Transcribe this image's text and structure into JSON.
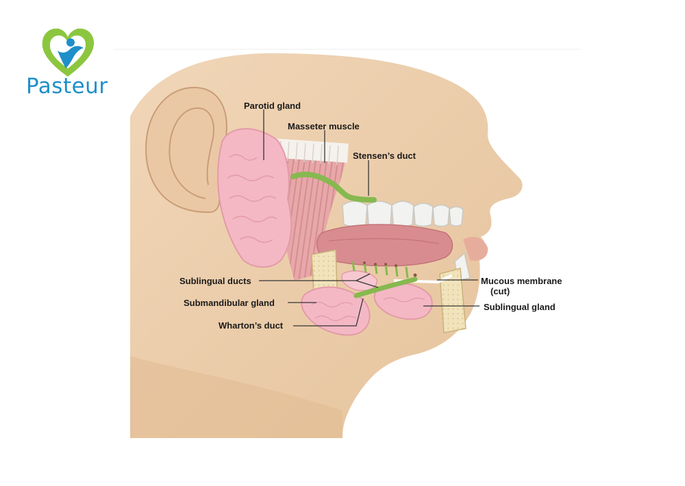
{
  "logo": {
    "brand": "Pasteur",
    "colors": {
      "heart": "#8cc63f",
      "person": "#1f8fc9"
    },
    "icon": "heart-person-icon"
  },
  "diagram": {
    "labels": {
      "parotid_gland": "Parotid gland",
      "masseter_muscle": "Masseter muscle",
      "stensens_duct": "Stensen’s duct",
      "sublingual_ducts": "Sublingual ducts",
      "submandibular_gland": "Submandibular gland",
      "whartons_duct": "Wharton’s duct",
      "mucous_membrane": "Mucous membrane",
      "mucous_membrane_note": "(cut)",
      "sublingual_gland": "Sublingual gland"
    },
    "colors": {
      "skin": "#efd3b3",
      "gland": "#f3b8c4",
      "muscle": "#e6a2a4",
      "duct": "#86b94f",
      "tooth": "#f2f2f0",
      "bone": "#f1e3bb",
      "tongue": "#d88c90"
    }
  }
}
